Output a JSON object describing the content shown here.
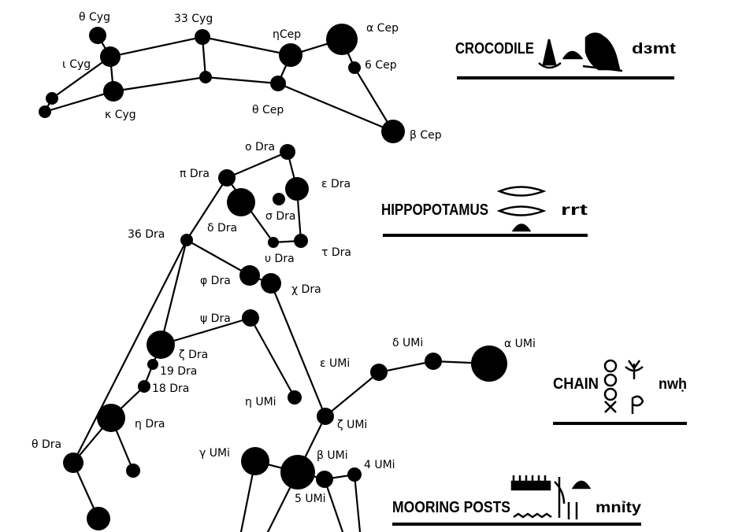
{
  "stars": {
    "theta_cyg": "θ Cyg",
    "33_cyg": "33 Cyg",
    "eta_cep": "ηCep",
    "alpha_cep": "α Cep",
    "iota_cyg": "ι Cyg",
    "6_cep": "6 Cep",
    "kappa_cyg": "κ Cyg",
    "theta_cep": "θ Cep",
    "beta_cep": "β Cep",
    "omicron_dra": "o Dra",
    "pi_dra": "π Dra",
    "epsilon_dra": "ε Dra",
    "sigma_dra": "σ Dra",
    "delta_dra": "δ Dra",
    "36_dra": "36 Dra",
    "tau_dra": "τ Dra",
    "upsilon_dra": "υ Dra",
    "phi_dra": "φ Dra",
    "chi_dra": "χ Dra",
    "psi_dra": "ψ Dra",
    "zeta_dra": "ζ Dra",
    "19_dra": "19 Dra",
    "18_dra": "18 Dra",
    "eta_umi": "η UMi",
    "eta_dra": "η Dra",
    "theta_dra": "θ Dra",
    "delta_umi": "δ UMi",
    "alpha_umi": "α UMi",
    "epsilon_umi": "ε UMi",
    "zeta_umi": "ζ UMi",
    "gamma_umi": "γ UMi",
    "beta_umi": "β UMi",
    "4_umi": "4 UMi",
    "5_umi": "5 UMi"
  },
  "legend": {
    "crocodile": {
      "name": "CROCODILE",
      "translit": "dɜmt"
    },
    "hippopotamus": {
      "name": "HIPPOPOTAMUS",
      "translit": "rrt"
    },
    "chain": {
      "name": "CHAIN",
      "translit": "nwḥ"
    },
    "mooring_posts": {
      "name": "MOORING POSTS",
      "translit": "mnỉty"
    }
  }
}
